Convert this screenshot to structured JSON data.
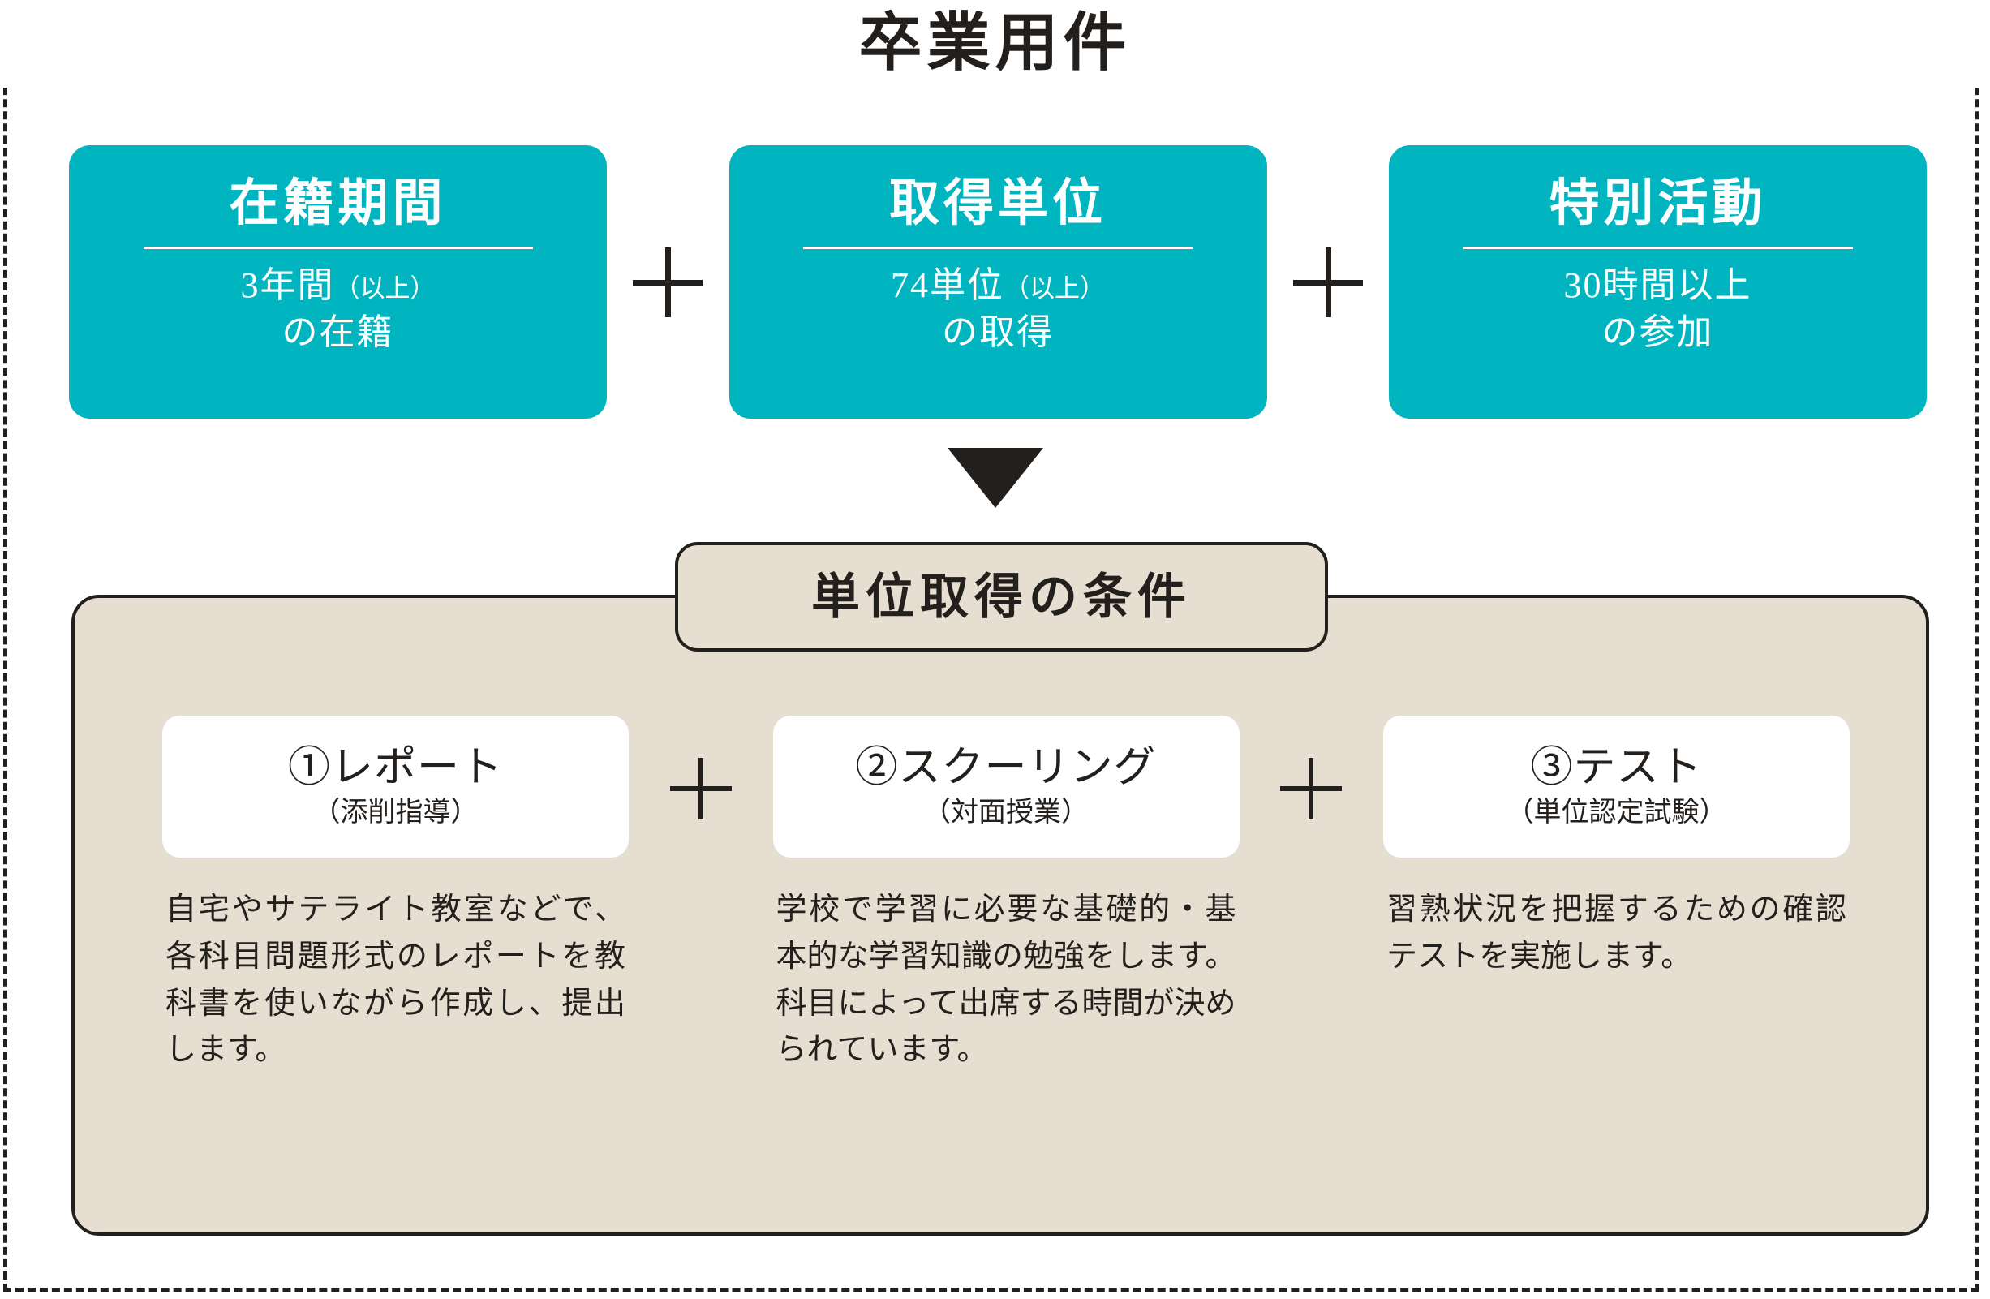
{
  "diagram": {
    "title": "卒業用件",
    "colors": {
      "accent_teal": "#00b5c0",
      "panel_beige": "#e5ded1",
      "ink": "#231f1c",
      "card_white": "#ffffff"
    },
    "requirements": {
      "operator": "＋",
      "cards": [
        {
          "title": "在籍期間",
          "detail_main": "3年間",
          "detail_note": "（以上）",
          "detail_line2": "の在籍"
        },
        {
          "title": "取得単位",
          "detail_main": "74単位",
          "detail_note": "（以上）",
          "detail_line2": "の取得"
        },
        {
          "title": "特別活動",
          "detail_main": "30時間以上",
          "detail_note": "",
          "detail_line2": "の参加"
        }
      ]
    },
    "arrow": "down-triangle",
    "credit_panel": {
      "tab_title": "単位取得の条件",
      "operator": "＋",
      "conditions": [
        {
          "title": "①レポート",
          "subtitle": "（添削指導）",
          "description": "自宅やサテライト教室などで、各科目問題形式のレポートを教科書を使いながら作成し、提出します。"
        },
        {
          "title": "②スクーリング",
          "subtitle": "（対面授業）",
          "description": "学校で学習に必要な基礎的・基本的な学習知識の勉強をします。科目によって出席する時間が決められています。"
        },
        {
          "title": "③テスト",
          "subtitle": "（単位認定試験）",
          "description": "習熟状況を把握するための確認テストを実施します。"
        }
      ]
    }
  }
}
